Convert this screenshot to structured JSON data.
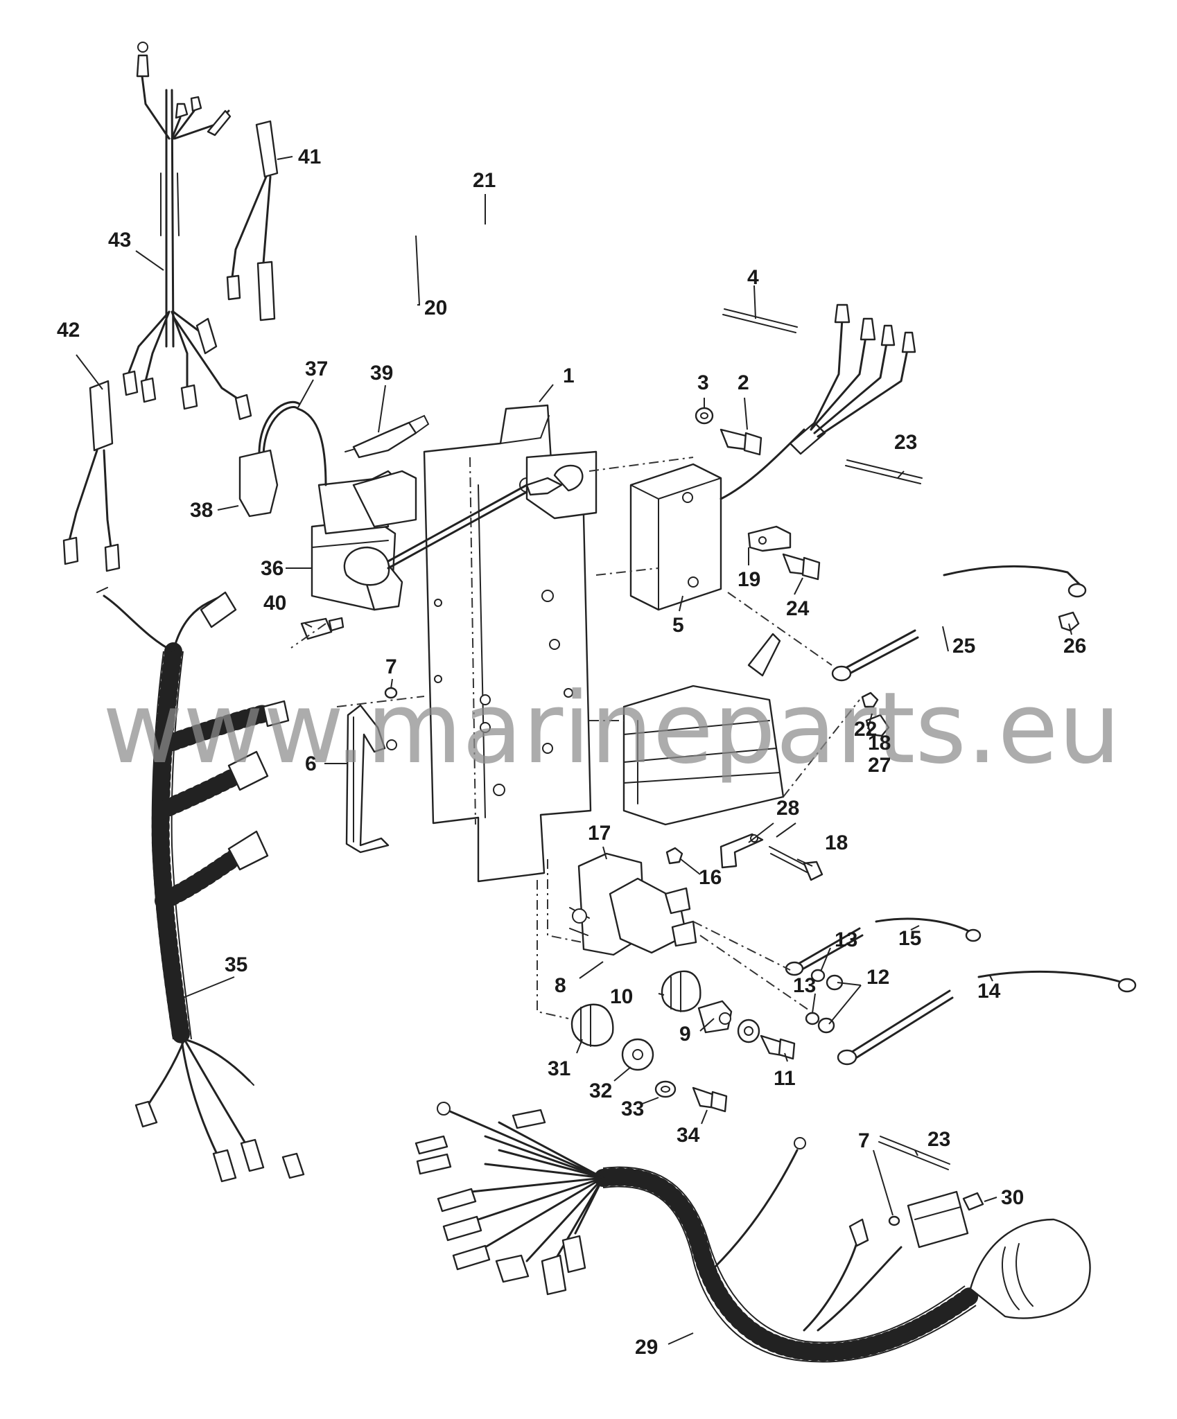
{
  "watermark": "www.marineparts.eu",
  "callouts": {
    "c1": "1",
    "c2": "2",
    "c3": "3",
    "c4": "4",
    "c5": "5",
    "c6": "6",
    "c7a": "7",
    "c7b": "7",
    "c8": "8",
    "c9": "9",
    "c10": "10",
    "c11": "11",
    "c12": "12",
    "c13a": "13",
    "c13b": "13",
    "c14": "14",
    "c15": "15",
    "c16": "16",
    "c17": "17",
    "c18a": "18",
    "c18b": "18",
    "c19": "19",
    "c20": "20",
    "c21": "21",
    "c22": "22",
    "c23a": "23",
    "c23b": "23",
    "c24": "24",
    "c25": "25",
    "c26": "26",
    "c27": "27",
    "c28": "28",
    "c29": "29",
    "c30": "30",
    "c31": "31",
    "c32": "32",
    "c33": "33",
    "c34": "34",
    "c35": "35",
    "c36": "36",
    "c37": "37",
    "c38": "38",
    "c39": "39",
    "c40": "40",
    "c41": "41",
    "c42": "42",
    "c43": "43"
  }
}
